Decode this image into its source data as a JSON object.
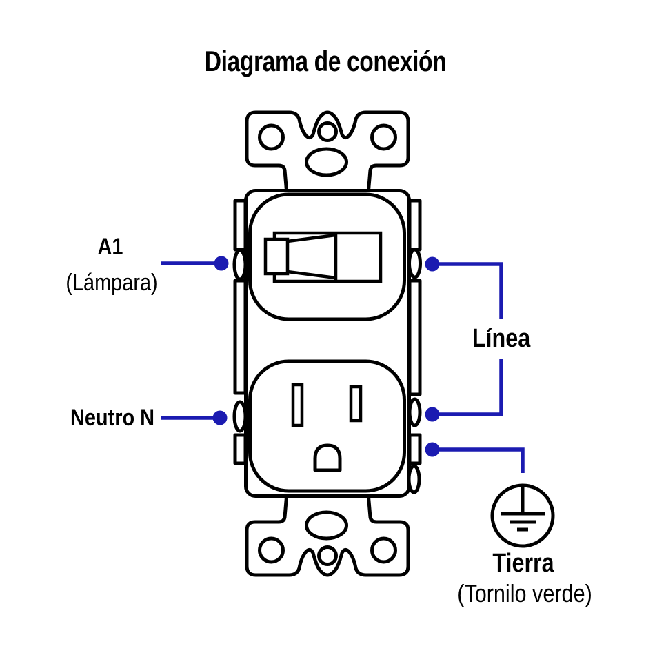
{
  "title": "Diagrama de conexión",
  "labels": {
    "a1": "A1",
    "a1_sub": "(Lámpara)",
    "neutro": "Neutro N",
    "linea": "Línea",
    "tierra": "Tierra",
    "tierra_sub": "(Tornilo verde)"
  },
  "icons": {
    "ground": "ground-symbol"
  },
  "colors": {
    "wire": "#1b1bb1",
    "outline": "#000000",
    "background": "#ffffff"
  }
}
